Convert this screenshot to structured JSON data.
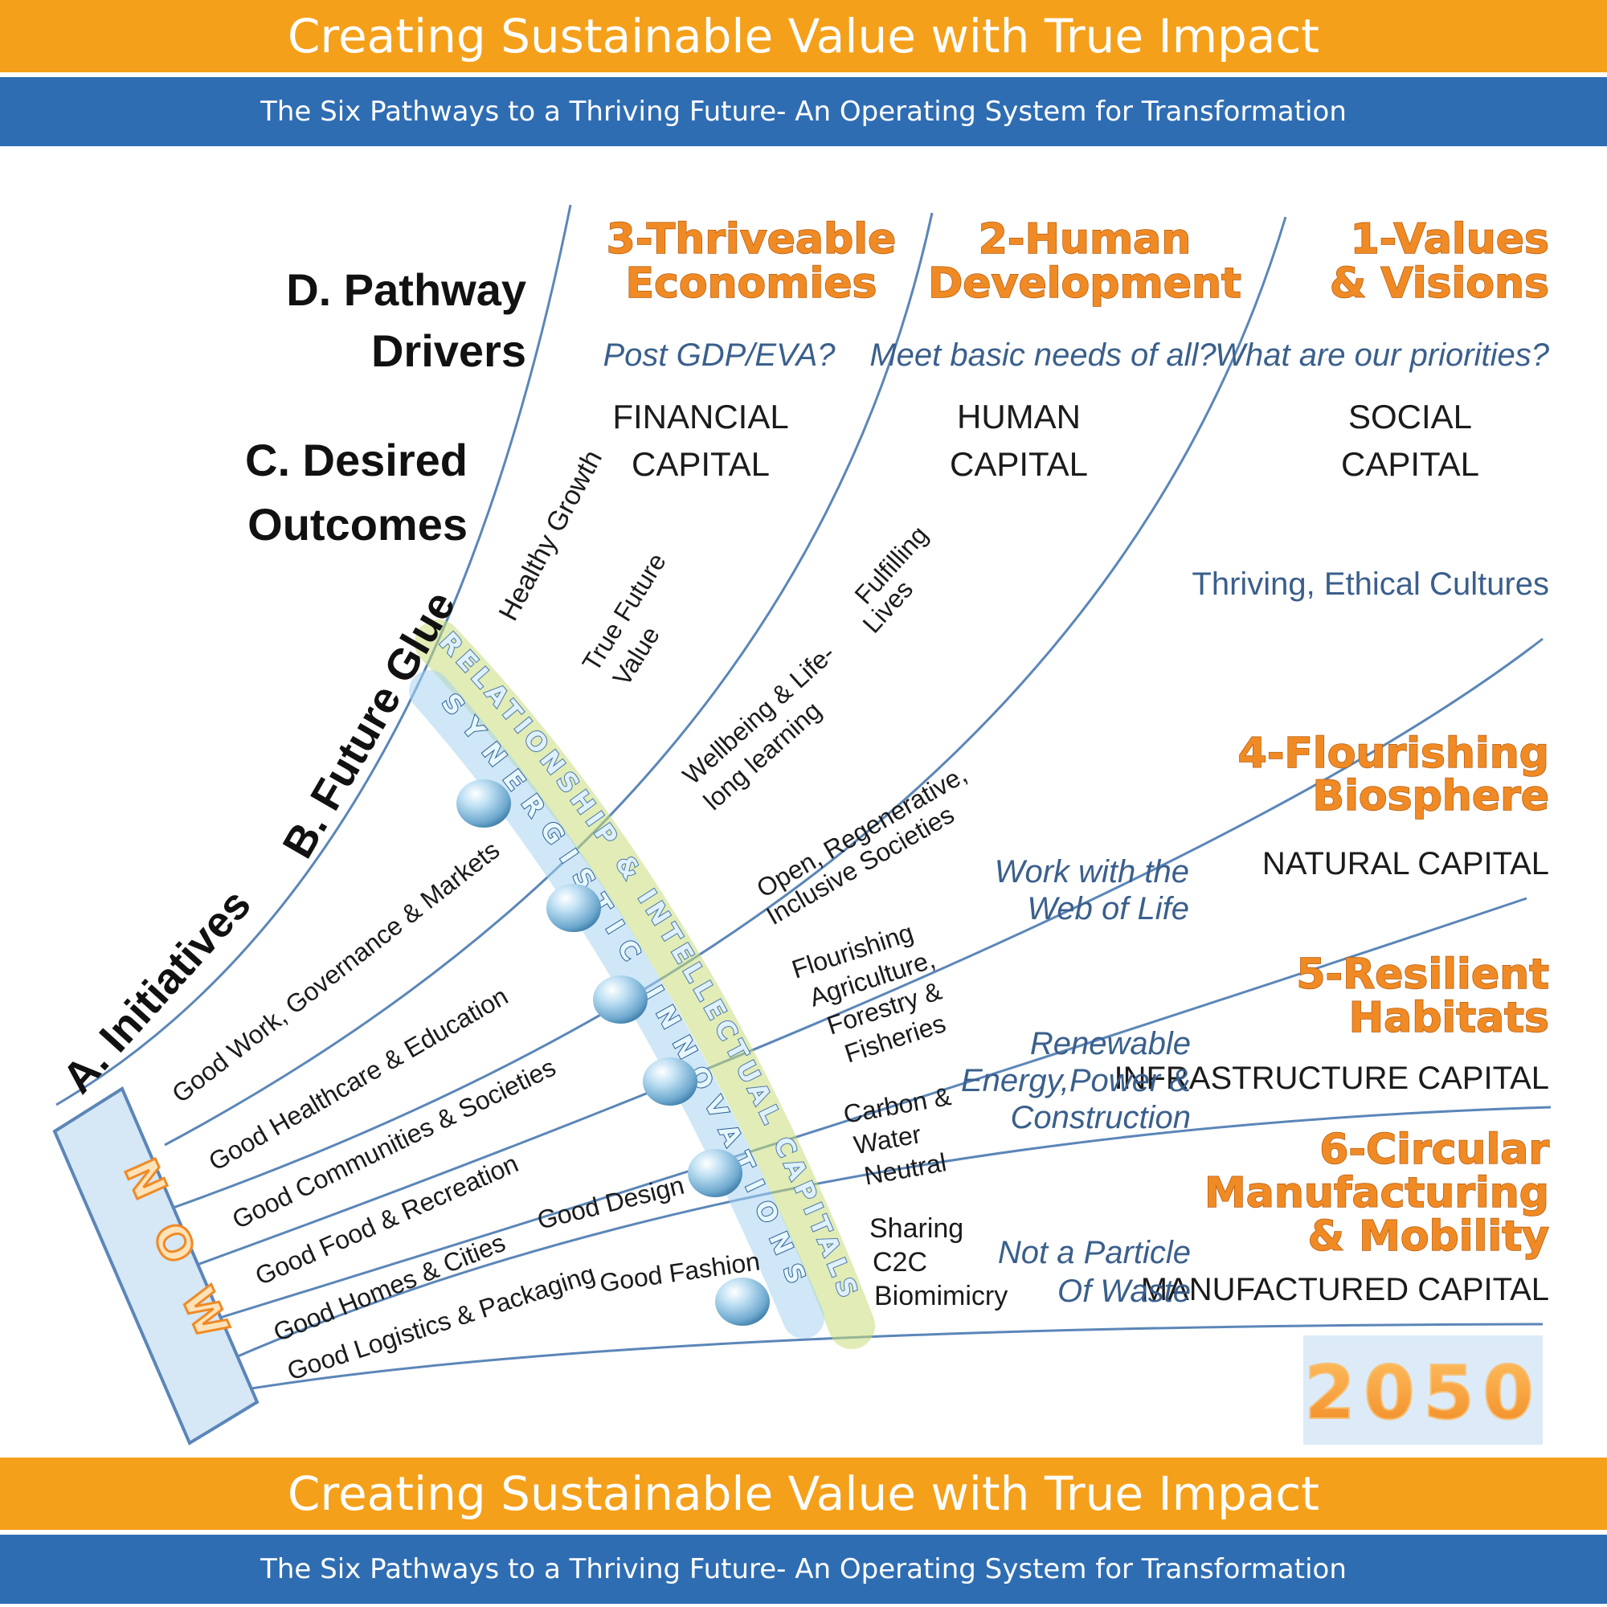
{
  "banners": {
    "title": "Creating Sustainable Value with True Impact",
    "subtitle": "The Six Pathways to a Thriving Future- An Operating System for Transformation"
  },
  "headings": {
    "pathway_drivers_1": "D. Pathway",
    "pathway_drivers_2": "Drivers",
    "desired_outcomes_1": "C. Desired",
    "desired_outcomes_2": "Outcomes",
    "future_glue": "B. Future Glue",
    "initiatives": "A. Initiatives"
  },
  "pathways": [
    {
      "title_1": "3-Thriveable",
      "title_2": "Economies",
      "question": "Post GDP/EVA?",
      "capital_1": "FINANCIAL",
      "capital_2": "CAPITAL"
    },
    {
      "title_1": "2-Human",
      "title_2": "Development",
      "question": "Meet basic needs of all?",
      "capital_1": "HUMAN",
      "capital_2": "CAPITAL"
    },
    {
      "title_1": "1-Values",
      "title_2": "& Visions",
      "question": "What are our priorities?",
      "capital_1": "SOCIAL",
      "capital_2": "CAPITAL"
    },
    {
      "title_1": "4-Flourishing",
      "title_2": "Biosphere",
      "capital": "NATURAL CAPITAL"
    },
    {
      "title_1": "5-Resilient",
      "title_2": "Habitats",
      "capital": "INFRASTRUCTURE CAPITAL"
    },
    {
      "title_1": "6-Circular",
      "title_2": "Manufacturing",
      "title_3": "& Mobility",
      "capital": "MANUFACTURED CAPITAL"
    }
  ],
  "outcomes": {
    "healthy_growth": "Healthy Growth",
    "true_future_value_1": "True Future",
    "true_future_value_2": "Value",
    "fulfilling_lives_1": "Fulfilling",
    "fulfilling_lives_2": "Lives",
    "wellbeing_1": "Wellbeing & Life-",
    "wellbeing_2": "long learning",
    "thriving_cultures": "Thriving, Ethical Cultures",
    "open_societies_1": "Open, Regenerative,",
    "open_societies_2": "Inclusive Societies",
    "work_web_1": "Work with the",
    "work_web_2": "Web of Life",
    "agriculture": [
      "Flourishing",
      "Agriculture,",
      "Forestry &",
      "Fisheries"
    ],
    "renewable": [
      "Renewable",
      "Energy,Power &",
      "Construction"
    ],
    "carbon": [
      "Carbon &",
      "Water",
      "Neutral"
    ],
    "sharing": [
      "Sharing",
      "C2C",
      "Biomimicry"
    ],
    "waste": [
      "Not a Particle",
      "Of Waste"
    ]
  },
  "initiatives": [
    "Good Work, Governance & Markets",
    "Good Healthcare & Education",
    "Good Communities & Societies",
    "Good Food & Recreation",
    "Good Homes & Cities",
    "Good Logistics & Packaging",
    "Good Design",
    "Good Fashion"
  ],
  "glue": {
    "relationship": "RELATIONSHIP & INTELLECTUAL CAPITALS",
    "synergistic": "SYNERGISTIC INNOVATIONS"
  },
  "now_label": "NOW",
  "year_label": "2050",
  "colors": {
    "orange": "#f5a01a",
    "blue": "#2f6db3",
    "line_blue": "#5b86b8",
    "title_orange": "#f08a24"
  }
}
